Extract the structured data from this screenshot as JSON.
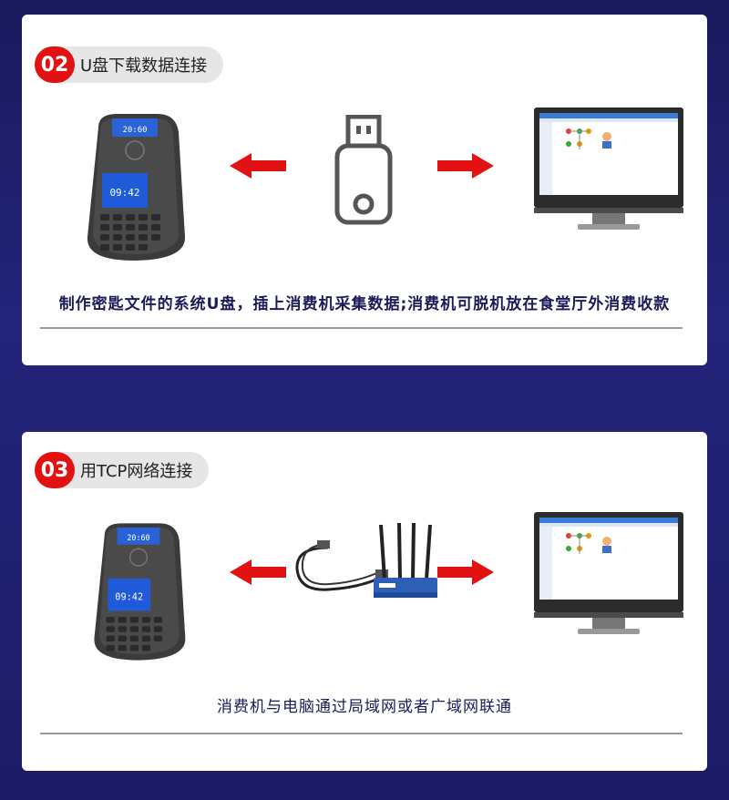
{
  "section_1": {
    "step_number": "02",
    "title": "U盘下载数据连接",
    "caption": "制作密匙文件的系统U盘，插上消费机采集数据;消费机可脱机放在食堂厅外消费收款",
    "terminal_screen_time": "09:42",
    "terminal_top_display": "20:60"
  },
  "section_2": {
    "step_number": "03",
    "title": "用TCP网络连接",
    "caption": "消费机与电脑通过局域网或者广域网联通",
    "terminal_screen_time": "09:42",
    "terminal_top_display": "20:60"
  },
  "colors": {
    "background": "#1f1f6e",
    "accent_red": "#e31212",
    "badge_bg": "#e6e6e6"
  }
}
